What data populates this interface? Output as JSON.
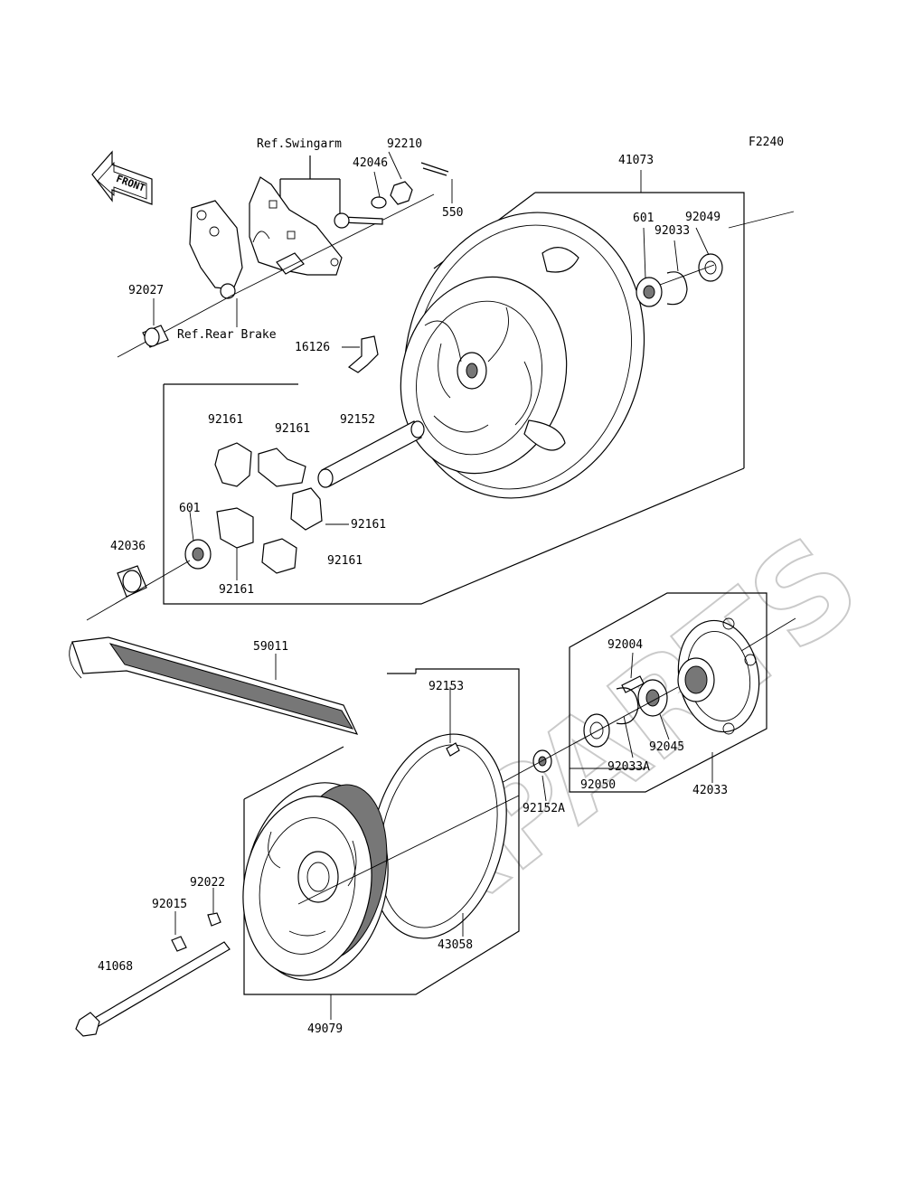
{
  "figure_code": "F2240",
  "front_badge": "FRONT",
  "watermark": "XPARTS",
  "callouts": [
    {
      "id": "ref-swingarm",
      "text": "Ref.Swingarm"
    },
    {
      "id": "ref-rear-brake",
      "text": "Ref.Rear Brake"
    },
    {
      "id": "p92210",
      "text": "92210"
    },
    {
      "id": "p42046",
      "text": "42046"
    },
    {
      "id": "p550",
      "text": "550"
    },
    {
      "id": "p41073",
      "text": "41073"
    },
    {
      "id": "p92049",
      "text": "92049"
    },
    {
      "id": "p92033",
      "text": "92033"
    },
    {
      "id": "p601-top",
      "text": "601"
    },
    {
      "id": "p92027",
      "text": "92027"
    },
    {
      "id": "p16126",
      "text": "16126"
    },
    {
      "id": "p92161-a",
      "text": "92161"
    },
    {
      "id": "p92161-b",
      "text": "92161"
    },
    {
      "id": "p92152",
      "text": "92152"
    },
    {
      "id": "p601-bottom",
      "text": "601"
    },
    {
      "id": "p92161-c",
      "text": "92161"
    },
    {
      "id": "p42036",
      "text": "42036"
    },
    {
      "id": "p92161-d",
      "text": "92161"
    },
    {
      "id": "p92161-e",
      "text": "92161"
    },
    {
      "id": "p59011",
      "text": "59011"
    },
    {
      "id": "p92004",
      "text": "92004"
    },
    {
      "id": "p92153",
      "text": "92153"
    },
    {
      "id": "p92045",
      "text": "92045"
    },
    {
      "id": "p92033A",
      "text": "92033A"
    },
    {
      "id": "p92050",
      "text": "92050"
    },
    {
      "id": "p42033",
      "text": "42033"
    },
    {
      "id": "p92152A",
      "text": "92152A"
    },
    {
      "id": "p92022",
      "text": "92022"
    },
    {
      "id": "p92015",
      "text": "92015"
    },
    {
      "id": "p43058",
      "text": "43058"
    },
    {
      "id": "p41068",
      "text": "41068"
    },
    {
      "id": "p49079",
      "text": "49079"
    }
  ]
}
